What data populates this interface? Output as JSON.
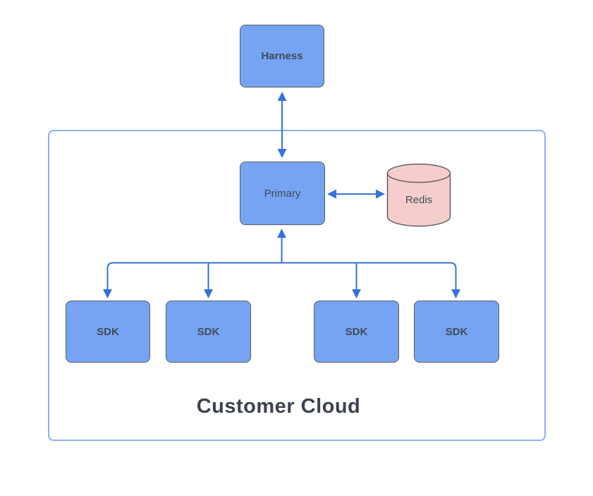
{
  "diagram": {
    "nodes": {
      "harness": {
        "label": "Harness",
        "shape": "rounded-rect"
      },
      "primary": {
        "label": "Primary",
        "shape": "rounded-rect"
      },
      "redis": {
        "label": "Redis",
        "shape": "cylinder"
      },
      "sdk1": {
        "label": "SDK",
        "shape": "rounded-rect"
      },
      "sdk2": {
        "label": "SDK",
        "shape": "rounded-rect"
      },
      "sdk3": {
        "label": "SDK",
        "shape": "rounded-rect"
      },
      "sdk4": {
        "label": "SDK",
        "shape": "rounded-rect"
      }
    },
    "container": {
      "label": "Customer Cloud"
    },
    "edges": [
      {
        "from": "Harness",
        "to": "Primary",
        "style": "bidirectional-arrow"
      },
      {
        "from": "Primary",
        "to": "Redis",
        "style": "bidirectional-arrow"
      },
      {
        "from": "fan-out-trunk",
        "to": "Primary",
        "style": "arrow-up"
      },
      {
        "from": "fan-out-trunk",
        "to": "SDK",
        "style": "arrow-down",
        "count": 4
      }
    ],
    "colors": {
      "background": "#ffffff",
      "node_fill": "#76a4f3",
      "node_border": "#5b5e63",
      "node_text": "#414b57",
      "redis_fill": "#f5cdcc",
      "redis_border": "#616164",
      "container_border": "#8ab0f5",
      "container_text": "#3d434d",
      "arrow": "#3672de"
    }
  }
}
